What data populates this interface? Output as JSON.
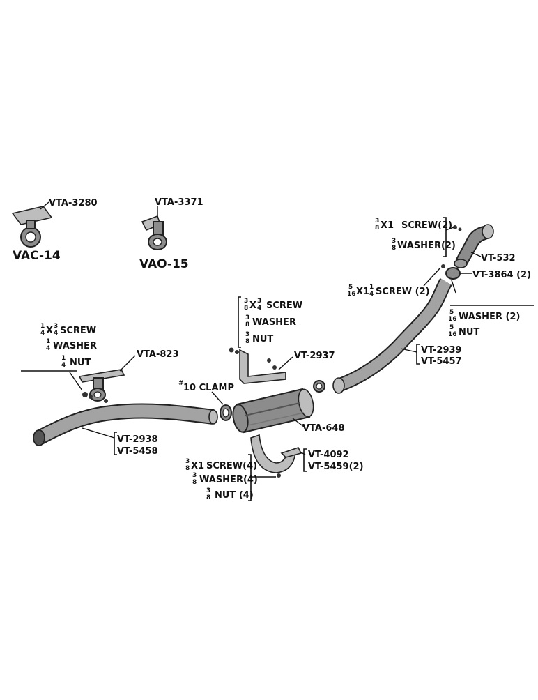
{
  "parts": {
    "vta_3280": "VTA-3280",
    "vta_3371": "VTA-3371",
    "vac_14": "VAC-14",
    "vao_15": "VAO-15",
    "vt_532": "VT-532",
    "vt_3864": "VT-3864 (2)",
    "vt_2939": "VT-2939",
    "vt_5457": "VT-5457",
    "vt_2937": "VT-2937",
    "vta_823": "VTA-823",
    "clamp_10": "10 CLAMP",
    "clamp_mark": "#",
    "vta_648": "VTA-648",
    "vt_2938": "VT-2938",
    "vt_5458": "VT-5458",
    "vt_4092": "VT-4092",
    "vt_5459": "VT-5459(2)"
  },
  "hardware": {
    "top_right": {
      "screw_size": "X1",
      "screw_text": "SCREW(2)",
      "washer_text": "WASHER(2)",
      "frac_num": "3",
      "frac_den": "8"
    },
    "flange": {
      "screw_num": "5",
      "screw_den": "16",
      "screw_mid": "X1",
      "screw_whole_num": "1",
      "screw_whole_den": "4",
      "screw_text": "SCREW (2)",
      "washer_num": "5",
      "washer_den": "16",
      "washer_text": "WASHER (2)",
      "nut_num": "5",
      "nut_den": "16",
      "nut_text": "NUT"
    },
    "center": {
      "screw_num": "3",
      "screw_den": "8",
      "screw_mid": "X",
      "screw_num2": "3",
      "screw_den2": "4",
      "screw_text": "SCREW",
      "washer_num": "3",
      "washer_den": "8",
      "washer_text": "WASHER",
      "nut_num": "3",
      "nut_den": "8",
      "nut_text": "NUT"
    },
    "left": {
      "screw_num": "1",
      "screw_den": "4",
      "screw_mid": "X",
      "screw_num2": "3",
      "screw_den2": "4",
      "screw_text": "SCREW",
      "washer_num": "1",
      "washer_den": "4",
      "washer_text": "WASHER",
      "nut_num": "1",
      "nut_den": "4",
      "nut_text": "NUT"
    },
    "bottom": {
      "screw_num": "3",
      "screw_den": "8",
      "screw_mid": "X1",
      "screw_text": "SCREW(4)",
      "washer_num": "3",
      "washer_den": "8",
      "washer_text": "WASHER(4)",
      "nut_num": "3",
      "nut_den": "8",
      "nut_text": "NUT (4)"
    }
  }
}
